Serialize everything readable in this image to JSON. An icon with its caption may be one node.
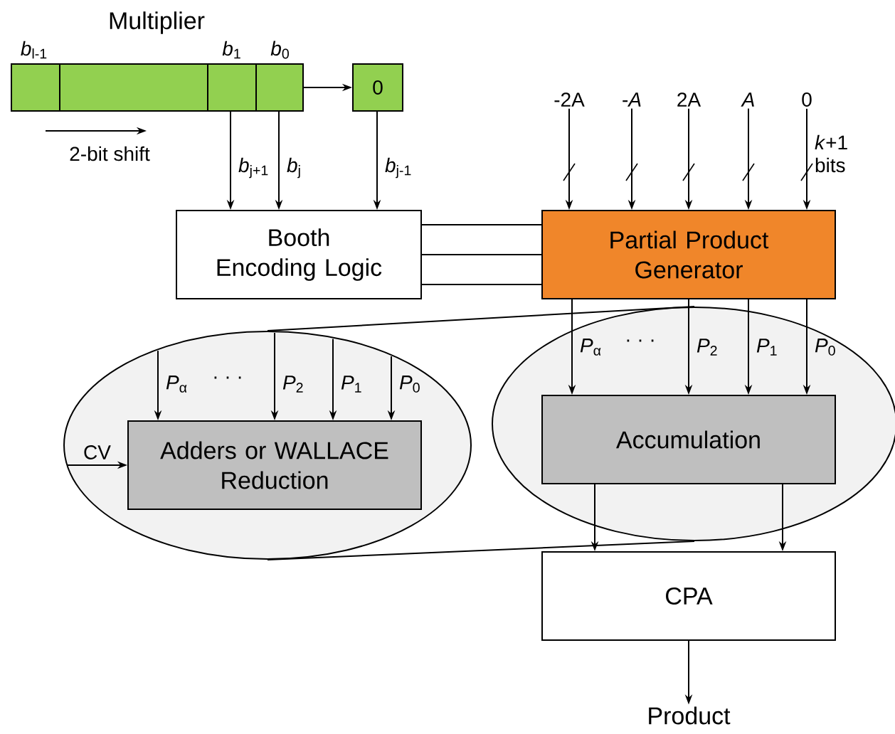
{
  "diagram": {
    "nodes": [
      {
        "text": [
          "Multiplier"
        ],
        "beside": [
          "*b*$_{l-1}$",
          "*b*$_{1}$",
          "*b*$_{0}$"
        ]
      },
      {
        "text": [
          "0"
        ]
      },
      {
        "text": [
          "Booth Encoding Logic"
        ]
      },
      {
        "text": [
          "Partial Product Generator"
        ]
      },
      {
        "text": [
          "-2A"
        ]
      },
      {
        "text": [
          "-*A*"
        ]
      },
      {
        "text": [
          "2A"
        ]
      },
      {
        "text": [
          "*A*"
        ]
      },
      {
        "text": [
          "0"
        ]
      },
      {
        "text": [],
        "shape": "ellipse"
      },
      {
        "text": [
          "Accumulation"
        ],
        "in": 9
      },
      {
        "text": [],
        "shape": "ellipse"
      },
      {
        "text": [
          "Adders or WALLACE Reduction"
        ],
        "in": 11
      },
      {
        "text": [
          "CPA"
        ]
      },
      {
        "text": [
          "Product"
        ]
      }
    ],
    "edges": [
      {
        "from": 0,
        "to": 1,
        "arrow": "to"
      },
      {
        "from": 0,
        "to": 2,
        "arrow": "to",
        "label": "*b*$_{j+1}$"
      },
      {
        "from": 0,
        "to": 2,
        "arrow": "to",
        "label": "*b*$_{j}$"
      },
      {
        "from": 1,
        "to": 2,
        "arrow": "to",
        "label": "*b*$_{j-1}$"
      },
      {
        "from": 4,
        "to": 3,
        "arrow": "to"
      },
      {
        "from": 5,
        "to": 3,
        "arrow": "to"
      },
      {
        "from": 6,
        "to": 3,
        "arrow": "to"
      },
      {
        "from": 7,
        "to": 3,
        "arrow": "to"
      },
      {
        "from": 8,
        "to": 3,
        "arrow": "to",
        "label": "*k*+1 bits"
      },
      {
        "from": 2,
        "to": 3,
        "arrow": "none"
      },
      {
        "from": 2,
        "to": 3,
        "arrow": "none"
      },
      {
        "from": 2,
        "to": 3,
        "arrow": "none"
      },
      {
        "from": 3,
        "to": 10,
        "arrow": "to",
        "label": "*P*$_{α}$"
      },
      {
        "from": 3,
        "to": 10,
        "arrow": "to",
        "label": "*P*$_{2}$"
      },
      {
        "from": 3,
        "to": 10,
        "arrow": "to",
        "label": "*P*$_{1}$"
      },
      {
        "from": 3,
        "to": 10,
        "arrow": "to",
        "label": "*P*$_{0}$"
      },
      {
        "from": null,
        "to": 12,
        "arrow": "to",
        "label": "*P*$_{α}$"
      },
      {
        "from": null,
        "to": 12,
        "arrow": "to",
        "label": "*P*$_{2}$"
      },
      {
        "from": null,
        "to": 12,
        "arrow": "to",
        "label": "*P*$_{1}$"
      },
      {
        "from": null,
        "to": 12,
        "arrow": "to",
        "label": "*P*$_{0}$"
      },
      {
        "from": null,
        "to": 12,
        "arrow": "to",
        "label": "CV"
      },
      {
        "from": 11,
        "to": 9,
        "arrow": "none"
      },
      {
        "from": 11,
        "to": 9,
        "arrow": "none"
      },
      {
        "from": 10,
        "to": 13,
        "arrow": "to"
      },
      {
        "from": 10,
        "to": 13,
        "arrow": "to"
      },
      {
        "from": 13,
        "to": 14,
        "arrow": "to"
      }
    ],
    "labels": [
      "2-bit shift",
      "· · ·",
      "· · ·"
    ]
  }
}
